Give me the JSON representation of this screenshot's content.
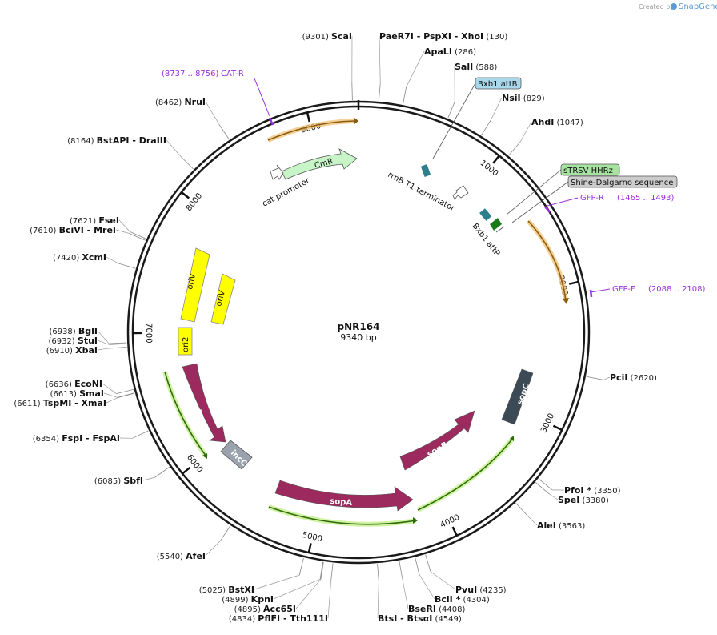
{
  "brand": {
    "created_by": "Created by",
    "product": "SnapGene"
  },
  "plasmid": {
    "name": "pNR164",
    "size_label": "9340 bp"
  },
  "ticks": [
    {
      "label": "1000",
      "bp": 1000
    },
    {
      "label": "2000",
      "bp": 2000
    },
    {
      "label": "3000",
      "bp": 3000
    },
    {
      "label": "4000",
      "bp": 4000
    },
    {
      "label": "5000",
      "bp": 5000
    },
    {
      "label": "6000",
      "bp": 6000
    },
    {
      "label": "7000",
      "bp": 7000
    },
    {
      "label": "8000",
      "bp": 8000
    },
    {
      "label": "9000",
      "bp": 9000
    }
  ],
  "sites": [
    {
      "name": "ScaI",
      "pos": "(9301)",
      "bp": 9301
    },
    {
      "name": "PaeR7I   - PspXI   - XhoI",
      "pos": "(130)",
      "bp": 130
    },
    {
      "name": "ApaLI",
      "pos": "(286)",
      "bp": 286
    },
    {
      "name": "SalI",
      "pos": "(588)",
      "bp": 588
    },
    {
      "name": "NsiI",
      "pos": "(829)",
      "bp": 829
    },
    {
      "name": "AhdI",
      "pos": "(1047)",
      "bp": 1047
    },
    {
      "name": "PciI",
      "pos": "(2620)",
      "bp": 2620
    },
    {
      "name": "PfoI *",
      "pos": "(3350)",
      "bp": 3350
    },
    {
      "name": "SpeI",
      "pos": "(3380)",
      "bp": 3380
    },
    {
      "name": "AleI",
      "pos": "(3563)",
      "bp": 3563
    },
    {
      "name": "PvuI",
      "pos": "(4235)",
      "bp": 4235
    },
    {
      "name": "BclI *",
      "pos": "(4304)",
      "bp": 4304
    },
    {
      "name": "BseRI",
      "pos": "(4408)",
      "bp": 4408
    },
    {
      "name": "BtsI   - BtsαI",
      "pos": "(4549)",
      "bp": 4549
    },
    {
      "name": "BstXI",
      "pos": "(5025)",
      "bp": 5025
    },
    {
      "name": "KpnI",
      "pos": "(4899)",
      "bp": 4899
    },
    {
      "name": "Acc65I",
      "pos": "(4895)",
      "bp": 4895
    },
    {
      "name": "PflFI   - Tth111I",
      "pos": "(4834)",
      "bp": 4834
    },
    {
      "name": "AfeI",
      "pos": "(5540)",
      "bp": 5540
    },
    {
      "name": "SbfI",
      "pos": "(6085)",
      "bp": 6085
    },
    {
      "name": "FspI   - FspAI",
      "pos": "(6354)",
      "bp": 6354
    },
    {
      "name": "TspMI   - XmaI",
      "pos": "(6611)",
      "bp": 6611
    },
    {
      "name": "SmaI",
      "pos": "(6613)",
      "bp": 6613
    },
    {
      "name": "EcoNI",
      "pos": "(6636)",
      "bp": 6636
    },
    {
      "name": "XbaI",
      "pos": "(6910)",
      "bp": 6910
    },
    {
      "name": "StuI",
      "pos": "(6932)",
      "bp": 6932
    },
    {
      "name": "BglI",
      "pos": "(6938)",
      "bp": 6938
    },
    {
      "name": "XcmI",
      "pos": "(7420)",
      "bp": 7420
    },
    {
      "name": "BciVI   - MreI",
      "pos": "(7610)",
      "bp": 7610
    },
    {
      "name": "FseI",
      "pos": "(7621)",
      "bp": 7621
    },
    {
      "name": "BstAPI   - DraIII",
      "pos": "(8164)",
      "bp": 8164
    },
    {
      "name": "NruI",
      "pos": "(8462)",
      "bp": 8462
    }
  ],
  "primers": [
    {
      "name": "CAT-R",
      "range": "(8737 .. 8756)"
    },
    {
      "name": "GFP-R",
      "range": "(1465 .. 1493)"
    },
    {
      "name": "GFP-F",
      "range": "(2088 .. 2108)"
    }
  ],
  "features": {
    "cmr": "CmR",
    "cat_promoter": "cat promoter",
    "rrnb": "rrnB T1 terminator",
    "bxb1_attb": "Bxb1 attB",
    "bxb1_attp": "Bxb1 attP",
    "strsv": "sTRSV HHRz",
    "shine": "Shine-Dalgarno sequence",
    "oriv1": "oriV",
    "oriv2": "oriV",
    "ori2": "ori2",
    "repe": "repE",
    "incc": "incC",
    "sopa": "sopA",
    "sopb": "sopB",
    "sopc": "sopC"
  },
  "colors": {
    "backbone": "#1a1a1a",
    "magenta": "#9c2a5e",
    "yellow": "#ffff00",
    "slate": "#3c4a55",
    "teal": "#2e7f8e",
    "cmr_fill": "#c8f5c8",
    "primer": "#9b30d9",
    "orange_glow": "#f0c070",
    "green_glow": "#c6f08a"
  }
}
